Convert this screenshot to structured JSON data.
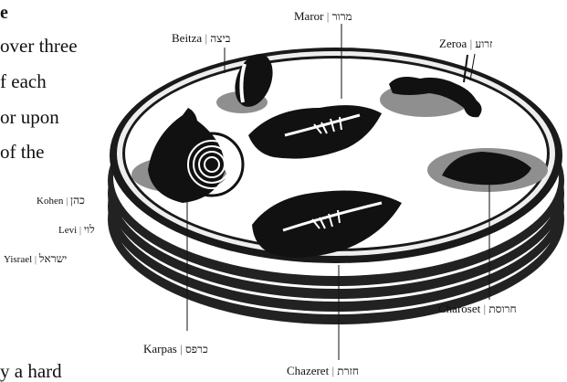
{
  "body_text": {
    "heading": "e",
    "lines": [
      "over three",
      "f each",
      "or upon",
      "of the"
    ],
    "bottom_line": "y a hard"
  },
  "matzot": [
    {
      "english": "Kohen",
      "hebrew": "כהן"
    },
    {
      "english": "Levi",
      "hebrew": "לוי"
    },
    {
      "english": "Yisrael",
      "hebrew": "ישראל"
    }
  ],
  "items": {
    "beitza": {
      "english": "Beitza",
      "hebrew": "ביצה"
    },
    "maror": {
      "english": "Maror",
      "hebrew": "מרור"
    },
    "zeroa": {
      "english": "Zeroa",
      "hebrew": "זרוע"
    },
    "charoset": {
      "english": "Charoset",
      "hebrew": "חרוסת"
    },
    "karpas": {
      "english": "Karpas",
      "hebrew": "כרפס"
    },
    "chazeret": {
      "english": "Chazeret",
      "hebrew": "חזרת"
    }
  },
  "separator": "|"
}
